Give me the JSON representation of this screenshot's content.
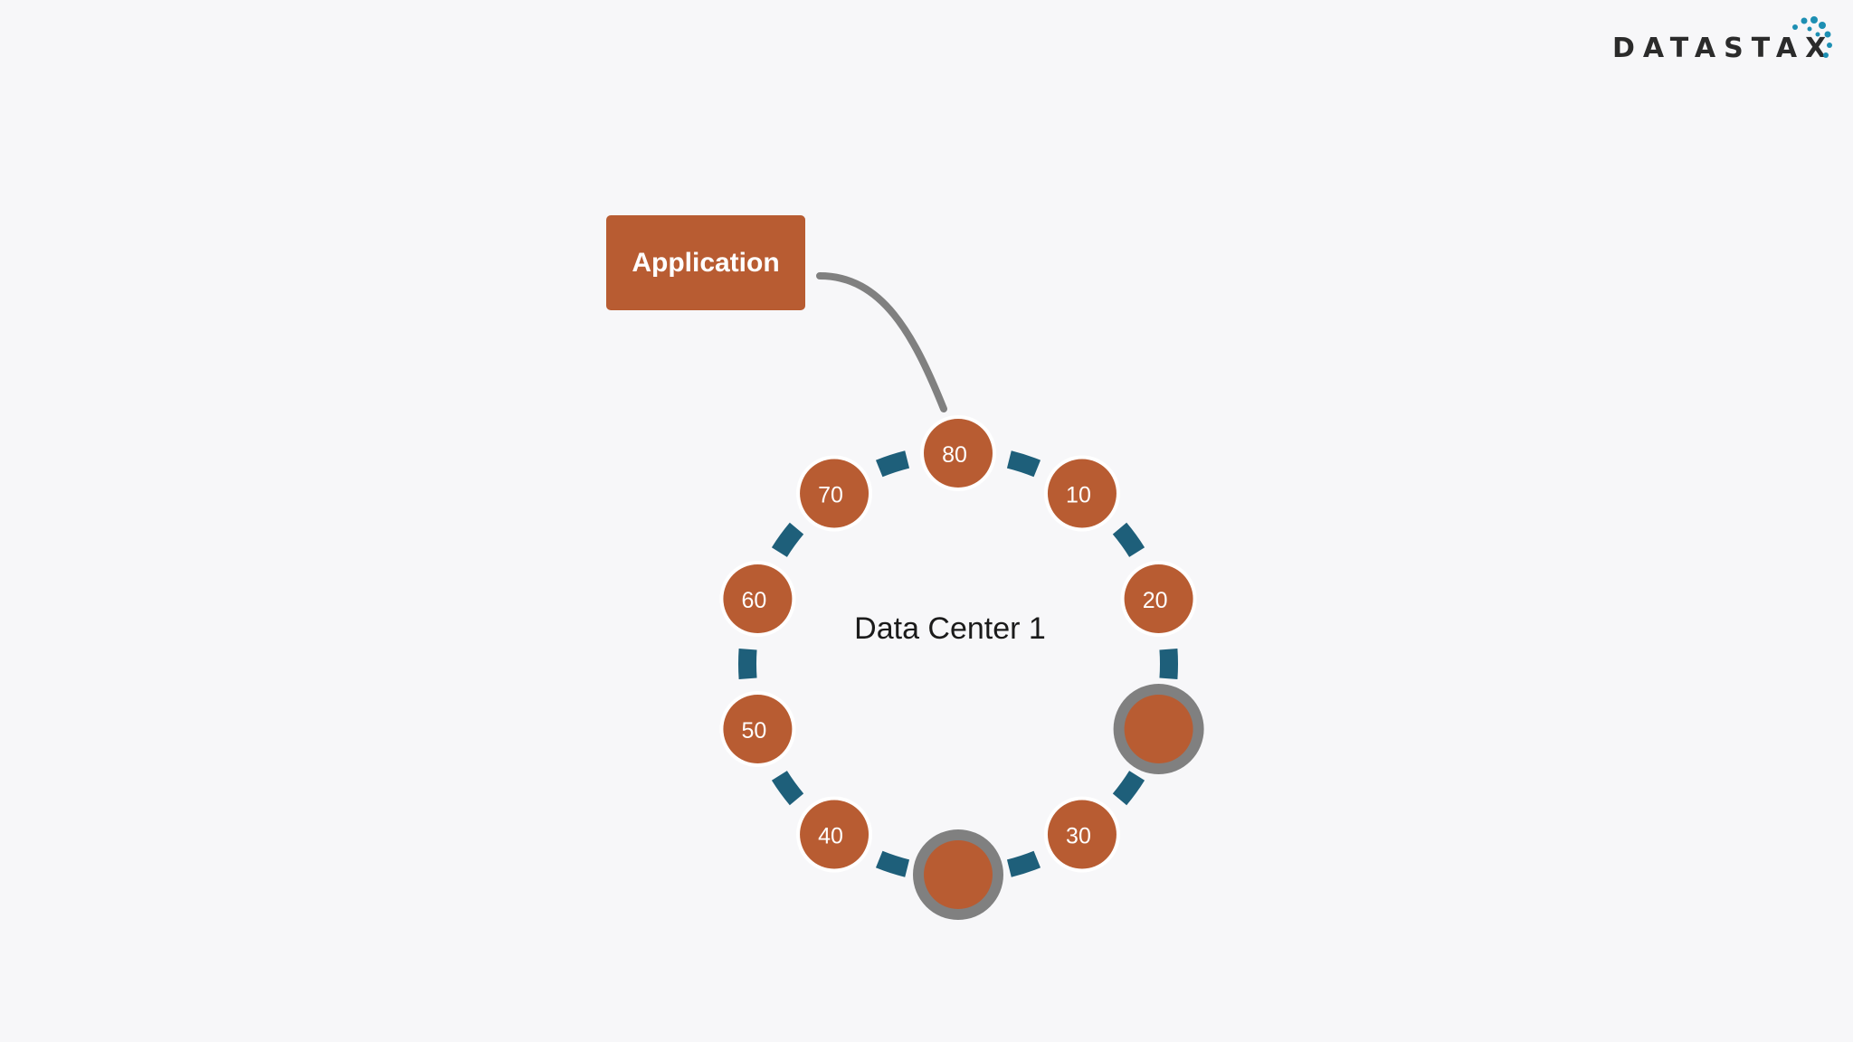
{
  "logo": {
    "text": "DATASTAX",
    "icon": "dot-cluster-icon",
    "dot_color": "#1d8fb3"
  },
  "application": {
    "label": "Application",
    "color": "#b85c32"
  },
  "data_center": {
    "label": "Data Center 1",
    "ring_color": "#1e5f7a",
    "node_color": "#b85c32",
    "highlight_ring_color": "#808080",
    "nodes": [
      {
        "token": "80",
        "highlighted": false,
        "connected_to_application": true
      },
      {
        "token": "10",
        "highlighted": false
      },
      {
        "token": "20",
        "highlighted": false
      },
      {
        "token": "",
        "highlighted": true
      },
      {
        "token": "30",
        "highlighted": false
      },
      {
        "token": "",
        "highlighted": true
      },
      {
        "token": "40",
        "highlighted": false
      },
      {
        "token": "50",
        "highlighted": false
      },
      {
        "token": "60",
        "highlighted": false
      },
      {
        "token": "70",
        "highlighted": false
      }
    ]
  }
}
